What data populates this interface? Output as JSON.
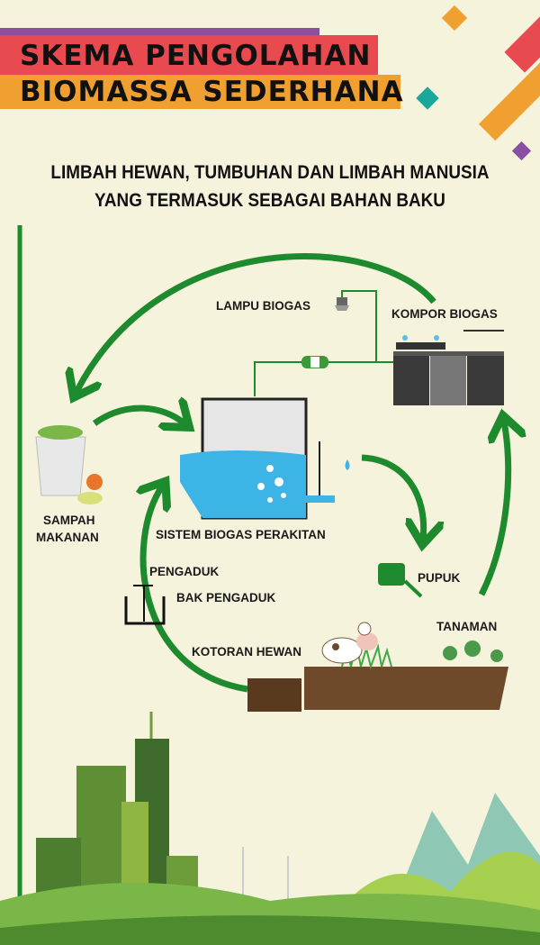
{
  "title": {
    "line1": "SKEMA PENGOLAHAN",
    "line2": "BIOMASSA SEDERHANA"
  },
  "subtitle": {
    "line1": "LIMBAH HEWAN, TUMBUHAN DAN LIMBAH MANUSIA",
    "line2": "YANG TERMASUK SEBAGAI BAHAN BAKU"
  },
  "labels": {
    "lampu": "LAMPU BIOGAS",
    "kompor": "KOMPOR BIOGAS",
    "sampah1": "SAMPAH",
    "sampah2": "MAKANAN",
    "sistem": "SISTEM BIOGAS PERAKITAN",
    "pengaduk": "PENGADUK",
    "bak": "BAK PENGADUK",
    "kotoran": "KOTORAN HEWAN",
    "pupuk": "PUPUK",
    "tanaman": "TANAMAN"
  },
  "colors": {
    "arrow": "#1e8a2e",
    "red": "#e84a4f",
    "orange": "#f0a030",
    "purple": "#8a4fa3",
    "teal": "#1aa89a",
    "water": "#3cb4e6",
    "background": "#f6f3dc"
  }
}
